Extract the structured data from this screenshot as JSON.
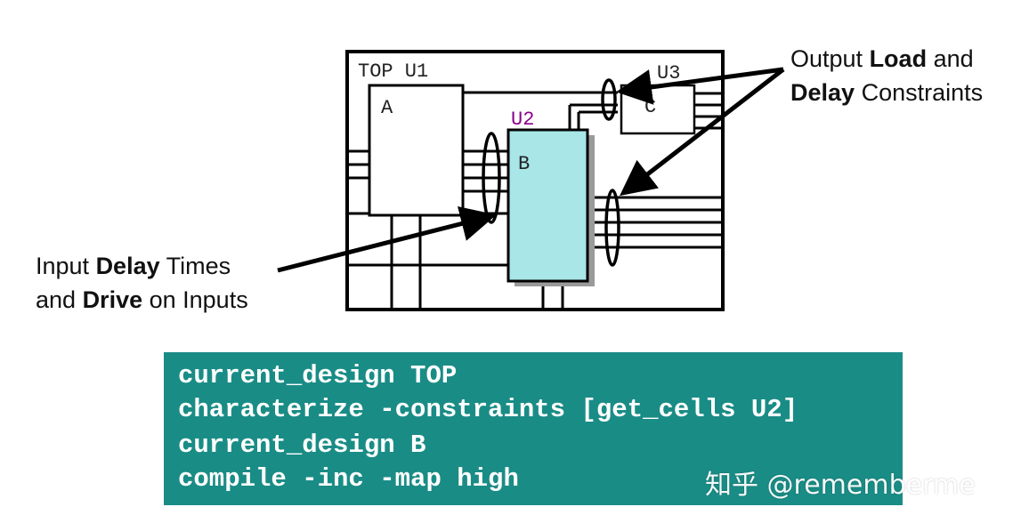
{
  "diagram": {
    "top_label": "TOP U1",
    "block_a": "A",
    "block_b": "B",
    "block_b_instance": "U2",
    "block_c": "C",
    "block_c_instance": "U3"
  },
  "annotations": {
    "output": {
      "line1_pre": "Output ",
      "line1_bold": "Load",
      "line1_post": " and",
      "line2_bold": "Delay",
      "line2_post": " Constraints"
    },
    "input": {
      "line1_pre": "Input ",
      "line1_bold": "Delay",
      "line1_post": " Times",
      "line2_pre": "and ",
      "line2_bold": "Drive",
      "line2_post": " on Inputs"
    }
  },
  "code": [
    "current_design TOP",
    "characterize -constraints [get_cells U2]",
    "current_design B",
    "compile -inc -map high"
  ],
  "watermark": "知乎 @rememberme",
  "colors": {
    "block_b_fill": "#a8e6e8",
    "u2_label": "#8b008b",
    "code_bg": "#1a8c86"
  }
}
